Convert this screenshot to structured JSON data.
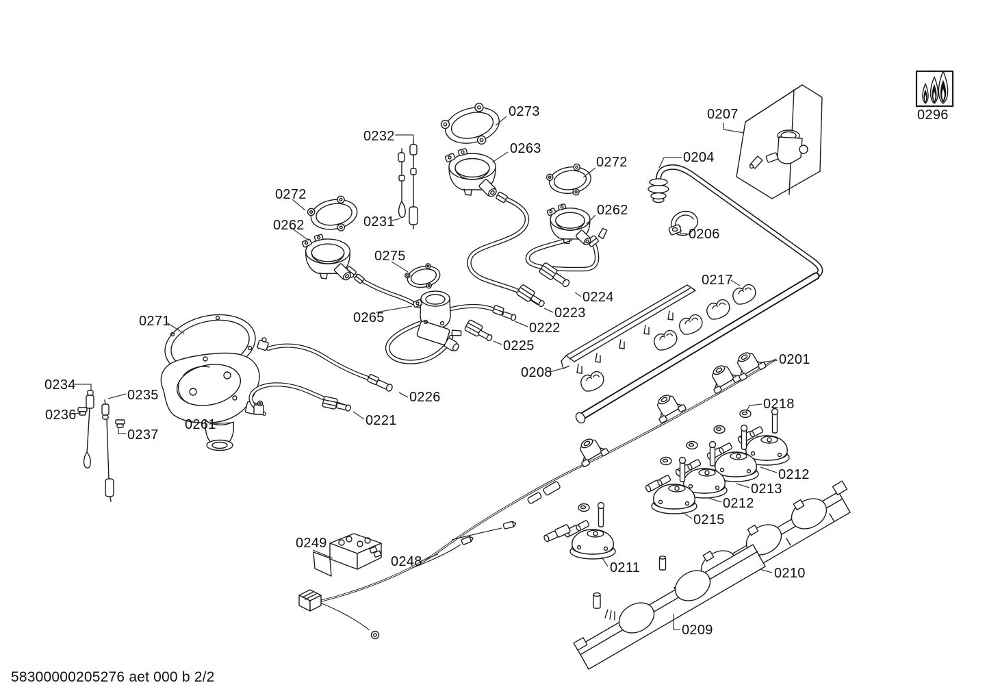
{
  "page": {
    "footer": "58300000205276 aet 000 b 2/2"
  },
  "labels": {
    "l0273": "0273",
    "l0263": "0263",
    "l0232": "0232",
    "l0231": "0231",
    "l0272l": "0272",
    "l0262l": "0262",
    "l0272r": "0272",
    "l0262r": "0262",
    "l0275": "0275",
    "l0265": "0265",
    "l0271": "0271",
    "l0261": "0261",
    "l0234": "0234",
    "l0235": "0235",
    "l0236": "0236",
    "l0237": "0237",
    "l0221": "0221",
    "l0222": "0222",
    "l0223": "0223",
    "l0224": "0224",
    "l0225": "0225",
    "l0226": "0226",
    "l0204": "0204",
    "l0206": "0206",
    "l0207": "0207",
    "l0208": "0208",
    "l0217": "0217",
    "l0201": "0201",
    "l0218": "0218",
    "l0212a": "0212",
    "l0213": "0213",
    "l0212b": "0212",
    "l0215": "0215",
    "l0211": "0211",
    "l0210": "0210",
    "l0209": "0209",
    "l0248": "0248",
    "l0249": "0249",
    "l0296": "0296"
  }
}
